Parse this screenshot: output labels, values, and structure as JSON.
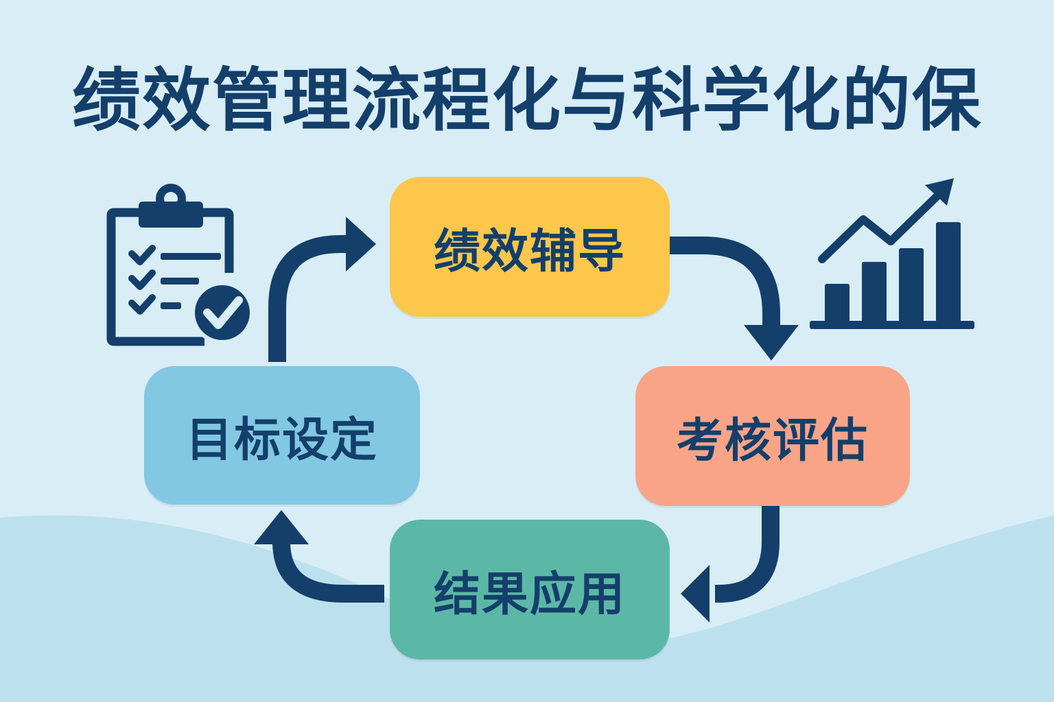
{
  "title": "绩效管理流程化与科学化的保",
  "colors": {
    "background": "#d8edf5",
    "wave": "#bde0ee",
    "navy": "#143f6b",
    "coaching": "#fcc74a",
    "assessment": "#f9a487",
    "application": "#5cb8a6",
    "goal": "#82c8e2"
  },
  "steps": {
    "coaching": "绩效辅导",
    "assessment": "考核评估",
    "application": "结果应用",
    "goal": "目标设定"
  },
  "icons": {
    "left": "clipboard-checklist-icon",
    "right": "growth-bar-chart-icon"
  }
}
